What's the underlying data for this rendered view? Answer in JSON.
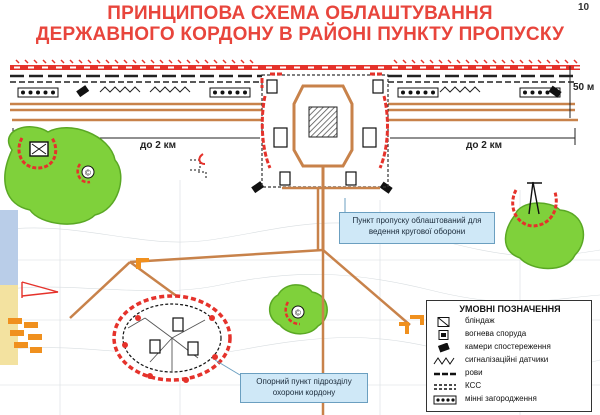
{
  "page_number": "10",
  "title": {
    "line1": "ПРИНЦИПОВА СХЕМА ОБЛАШТУВАННЯ",
    "line2": "ДЕРЖАВНОГО КОРДОНУ В РАЙОНІ ПУНКТУ ПРОПУСКУ"
  },
  "labels": {
    "width": "50 м",
    "distance_left": "до 2 км",
    "distance_right": "до 2 км"
  },
  "callouts": {
    "checkpoint": "Пункт пропуску облаштований для ведення кругової оборони",
    "post": "Опорний пункт підрозділу охорони кордону"
  },
  "legend": {
    "title": "УМОВНІ ПОЗНАЧЕННЯ",
    "items": [
      {
        "icon": "bunker-icon",
        "text": "бліндаж"
      },
      {
        "icon": "fire-structure-icon",
        "text": "вогнева споруда"
      },
      {
        "icon": "camera-icon",
        "text": "камери спостереження"
      },
      {
        "icon": "sensor-icon",
        "text": "сигналізаційні датчики"
      },
      {
        "icon": "ditch-icon",
        "text": "рови"
      },
      {
        "icon": "kss-icon",
        "text": "КСС"
      },
      {
        "icon": "mine-barrier-icon",
        "text": "мінні загородження"
      }
    ]
  },
  "colors": {
    "title": "#e8453c",
    "road": "#c8824a",
    "defense": "#e5322b",
    "vegetation": "#7fd13b",
    "callout_bg": "#cfe8f7",
    "trench": "#f0901e"
  }
}
